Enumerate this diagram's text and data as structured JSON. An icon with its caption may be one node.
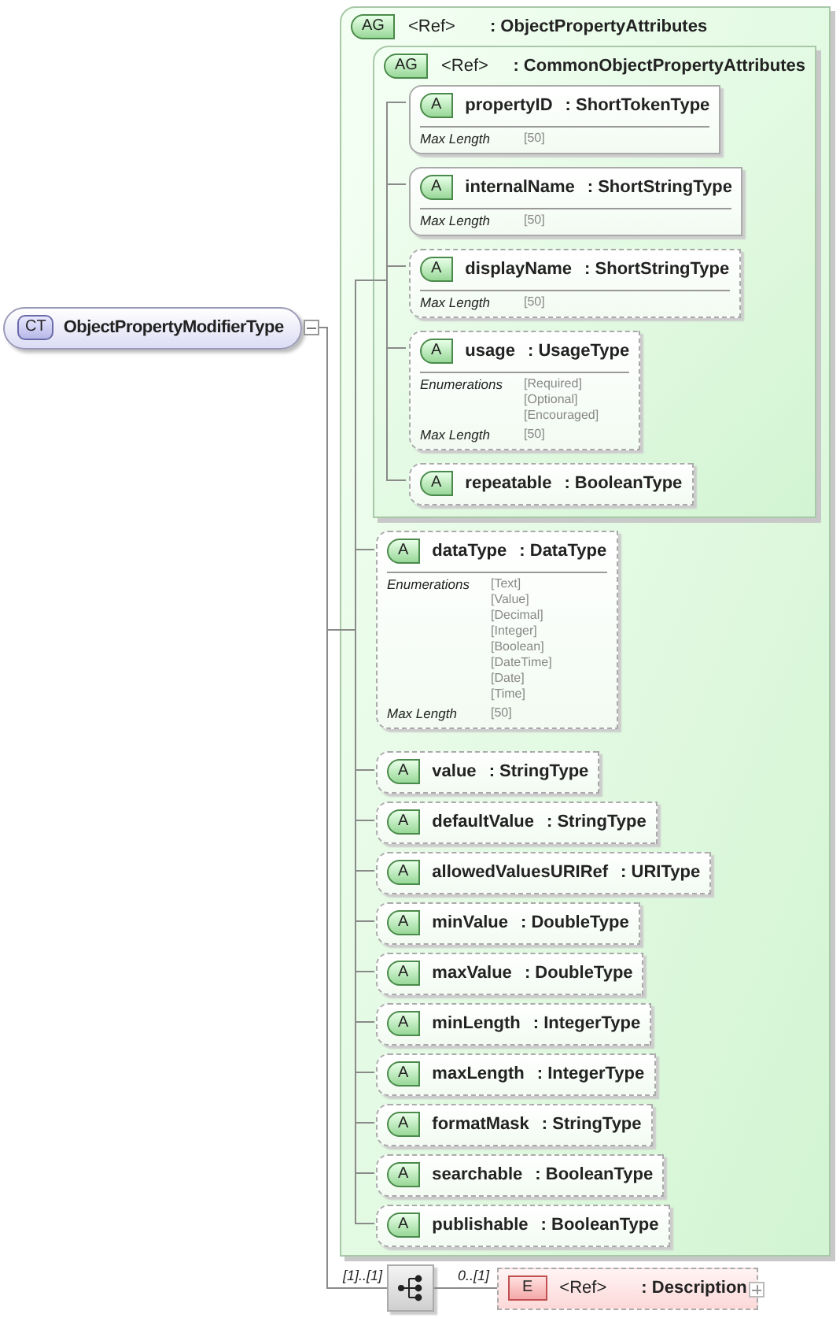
{
  "diagram": {
    "nodes": [
      {
        "text": [
          "CT",
          "ObjectPropertyModifierType"
        ]
      },
      {
        "text": [
          "AG",
          "<Ref>",
          ": ObjectPropertyAttributes"
        ]
      },
      {
        "text": [
          "AG",
          "<Ref>",
          ": CommonObjectPropertyAttributes"
        ],
        "in": 1
      },
      {
        "text": [
          "A",
          "propertyID",
          ": ShortTokenType",
          "Max Length",
          "[50]"
        ],
        "in": 2
      },
      {
        "text": [
          "A",
          "internalName",
          ": ShortStringType",
          "Max Length",
          "[50]"
        ],
        "in": 2
      },
      {
        "text": [
          "A",
          "displayName",
          ": ShortStringType",
          "Max Length",
          "[50]"
        ],
        "in": 2
      },
      {
        "text": [
          "A",
          "usage",
          ": UsageType",
          "Enumerations",
          "[Required] [Optional] [Encouraged]",
          "Max Length",
          "[50]"
        ],
        "in": 2
      },
      {
        "text": [
          "A",
          "repeatable",
          ": BooleanType"
        ],
        "in": 2
      },
      {
        "text": [
          "A",
          "dataType",
          ": DataType",
          "Enumerations",
          "[Text] [Value] [Decimal] [Integer] [Boolean] [DateTime] [Date] [Time]",
          "Max Length",
          "[50]"
        ],
        "in": 1
      },
      {
        "text": [
          "A",
          "value",
          ": StringType"
        ],
        "in": 1
      },
      {
        "text": [
          "A",
          "defaultValue",
          ": StringType"
        ],
        "in": 1
      },
      {
        "text": [
          "A",
          "allowedValuesURIRef",
          ": URIType"
        ],
        "in": 1
      },
      {
        "text": [
          "A",
          "minValue",
          ": DoubleType"
        ],
        "in": 1
      },
      {
        "text": [
          "A",
          "maxValue",
          ": DoubleType"
        ],
        "in": 1
      },
      {
        "text": [
          "A",
          "minLength",
          ": IntegerType"
        ],
        "in": 1
      },
      {
        "text": [
          "A",
          "maxLength",
          ": IntegerType"
        ],
        "in": 1
      },
      {
        "text": [
          "A",
          "formatMask",
          ": StringType"
        ],
        "in": 1
      },
      {
        "text": [
          "A",
          "searchable",
          ": BooleanType"
        ],
        "in": 1
      },
      {
        "text": [
          "A",
          "publishable",
          ": BooleanType"
        ],
        "in": 1
      },
      {
        "text": [],
        "shape": "box"
      },
      {
        "text": [
          "E",
          "<Ref>",
          ": Description"
        ]
      }
    ],
    "edges": [
      {
        "from": 0,
        "to": 3,
        "arrow": "none"
      },
      {
        "from": 0,
        "to": 4,
        "arrow": "none"
      },
      {
        "from": 0,
        "to": 5,
        "arrow": "none"
      },
      {
        "from": 0,
        "to": 6,
        "arrow": "none"
      },
      {
        "from": 0,
        "to": 7,
        "arrow": "none"
      },
      {
        "from": 0,
        "to": 8,
        "arrow": "none"
      },
      {
        "from": 0,
        "to": 9,
        "arrow": "none"
      },
      {
        "from": 0,
        "to": 10,
        "arrow": "none"
      },
      {
        "from": 0,
        "to": 11,
        "arrow": "none"
      },
      {
        "from": 0,
        "to": 12,
        "arrow": "none"
      },
      {
        "from": 0,
        "to": 13,
        "arrow": "none"
      },
      {
        "from": 0,
        "to": 14,
        "arrow": "none"
      },
      {
        "from": 0,
        "to": 15,
        "arrow": "none"
      },
      {
        "from": 0,
        "to": 16,
        "arrow": "none"
      },
      {
        "from": 0,
        "to": 17,
        "arrow": "none"
      },
      {
        "from": 0,
        "to": 18,
        "arrow": "none"
      },
      {
        "from": 0,
        "to": 19,
        "label": "[1]..[1]",
        "arrow": "none"
      },
      {
        "from": 19,
        "to": 20,
        "label": "0..[1]",
        "arrow": "none"
      }
    ]
  }
}
